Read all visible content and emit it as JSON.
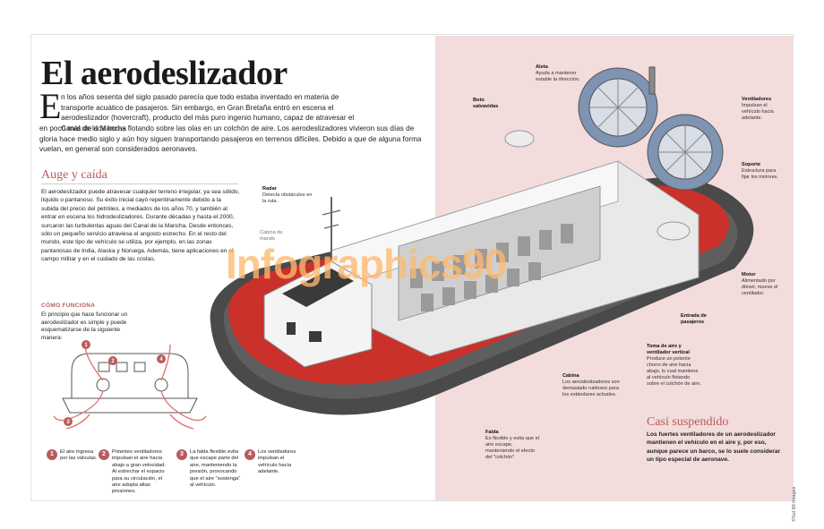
{
  "title": "El aerodeslizador",
  "intro": {
    "dropcap": "E",
    "line1": "n los años sesenta del siglo pasado parecía que todo estaba inventado en materia de transporte acuático de pasajeros. Sin embargo, en Gran Bretaña entró en escena el aerodeslizador (hovercraft), producto del más puro ingenio humano, capaz de atravesar el Canal de la Mancha",
    "line2": "en poco más de dos horas flotando sobre las olas en un colchón de aire. Los aerodeslizadores vivieron sus días de gloria hace medio siglo y aún hoy siguen transportando pasajeros en terrenos difíciles. Debido a que de alguna forma vuelan, en general son considerados aeronaves."
  },
  "section_auge": {
    "title": "Auge y caída",
    "body": "El aerodeslizador puede atravesar cualquier terreno irregular, ya sea sólido, líquido o pantanoso. Su éxito inicial cayó repentinamente debido a la subida del precio del petróleo, a mediados de los años 70, y también al entrar en escena los hidrodeslizadores. Durante décadas y hasta el 2000, surcaron las turbulentas aguas del Canal de la Mancha. Desde entonces, sólo un pequeño servicio atraviesa el angosto estrecho. En el resto del mundo, este tipo de vehículo se utiliza, por ejemplo, en las zonas pantanosas de India, Alaska y Noruega. Además, tiene aplicaciones en el campo militar y en el cuidado de las costas."
  },
  "how_it_works": {
    "title": "CÓMO FUNCIONA",
    "body": "El principio que hace funcionar un aerodeslizador es simple y puede esquematizarse de la siguiente manera:",
    "steps": [
      {
        "num": "1",
        "text": "El aire ingresa por las válvulas."
      },
      {
        "num": "2",
        "text": "Potentes ventiladores impulsan el aire hacia abajo a gran velocidad. Al estrechar el espacio para su circulación, el aire adopta altas presiones."
      },
      {
        "num": "3",
        "text": "La falda flexible evita que escape parte del aire, manteniendo la presión, provocando que el aire \"sostenga\" al vehículo."
      },
      {
        "num": "4",
        "text": "Los ventiladores impulsan el vehículo hacia adelante."
      }
    ]
  },
  "labels": {
    "aleta": {
      "title": "Aleta",
      "text": "Ayuda a mantener estable la dirección."
    },
    "boto": {
      "title": "Boto salvavidas",
      "text": ""
    },
    "ventiladores": {
      "title": "Ventiladores",
      "text": "Impulsan el vehículo hacia adelante."
    },
    "soporte": {
      "title": "Soporte",
      "text": "Estructura para fijar los motores."
    },
    "radar": {
      "title": "Radar",
      "text": "Detecta obstáculos en la ruta."
    },
    "cabina_mando": {
      "title": "",
      "text": "Cabina de mando"
    },
    "motor": {
      "title": "Motor",
      "text": "Alimentado por diésel, mueve el ventilador."
    },
    "entrada": {
      "title": "Entrada de pasajeros",
      "text": ""
    },
    "toma": {
      "title": "Toma de aire y ventilador vertical",
      "text": "Produce un potente chorro de aire hacia abajo, lo cual mantiene al vehículo flotando sobre el colchón de aire."
    },
    "cabina": {
      "title": "Cabina",
      "text": "Los aerodeslizadores son demasiado ruidosos para los estándares actuales."
    },
    "falda": {
      "title": "Falda",
      "text": "Es flexible y evita que el aire escape, manteniendo el efecto del \"colchón\"."
    }
  },
  "section_casi": {
    "title": "Casi suspendido",
    "body": "Los fuertes ventiladores de un aerodeslizador mantienen el vehículo en el aire y, por eso, aunque parece un barco, se lo suele considerar un tipo especial de aeronave."
  },
  "watermark": "Infographics90",
  "credit": "©Sol 90 Images",
  "colors": {
    "accent": "#b85b5b",
    "panel": "#f2dcdc",
    "hull": "#c9312a",
    "skirt": "#4a4a4a",
    "fan": "#7f93b2"
  }
}
